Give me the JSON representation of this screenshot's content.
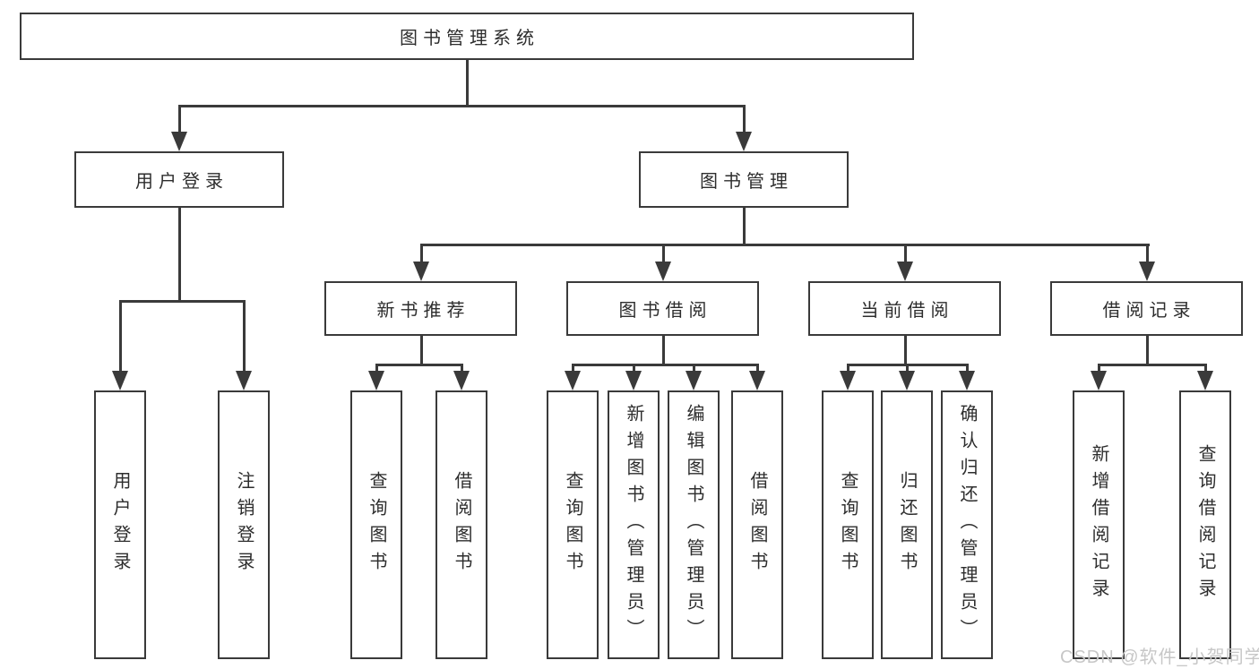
{
  "diagram": {
    "type": "tree",
    "orientation": "top-down",
    "colors": {
      "line": "#3a3a3a",
      "text": "#2d2d2d",
      "box_fill": "#ffffff",
      "watermark": "#c7c7c7",
      "background": "#ffffff"
    }
  },
  "tree": {
    "root": {
      "label": "图书管理系统"
    },
    "branches": [
      {
        "label": "用户登录",
        "children": [
          {
            "label": "用户登录"
          },
          {
            "label": "注销登录"
          }
        ]
      },
      {
        "label": "图书管理",
        "groups": [
          {
            "label": "新书推荐",
            "children": [
              {
                "label": "查询图书"
              },
              {
                "label": "借阅图书"
              }
            ]
          },
          {
            "label": "图书借阅",
            "children": [
              {
                "label": "查询图书"
              },
              {
                "label": "新增图书（管理员）"
              },
              {
                "label": "编辑图书（管理员）"
              },
              {
                "label": "借阅图书"
              }
            ]
          },
          {
            "label": "当前借阅",
            "children": [
              {
                "label": "查询图书"
              },
              {
                "label": "归还图书"
              },
              {
                "label": "确认归还（管理员）"
              }
            ]
          },
          {
            "label": "借阅记录",
            "children": [
              {
                "label": "新增借阅记录"
              },
              {
                "label": "查询借阅记录"
              }
            ]
          }
        ]
      }
    ]
  },
  "watermark": "CSDN @软件_小贺同学"
}
